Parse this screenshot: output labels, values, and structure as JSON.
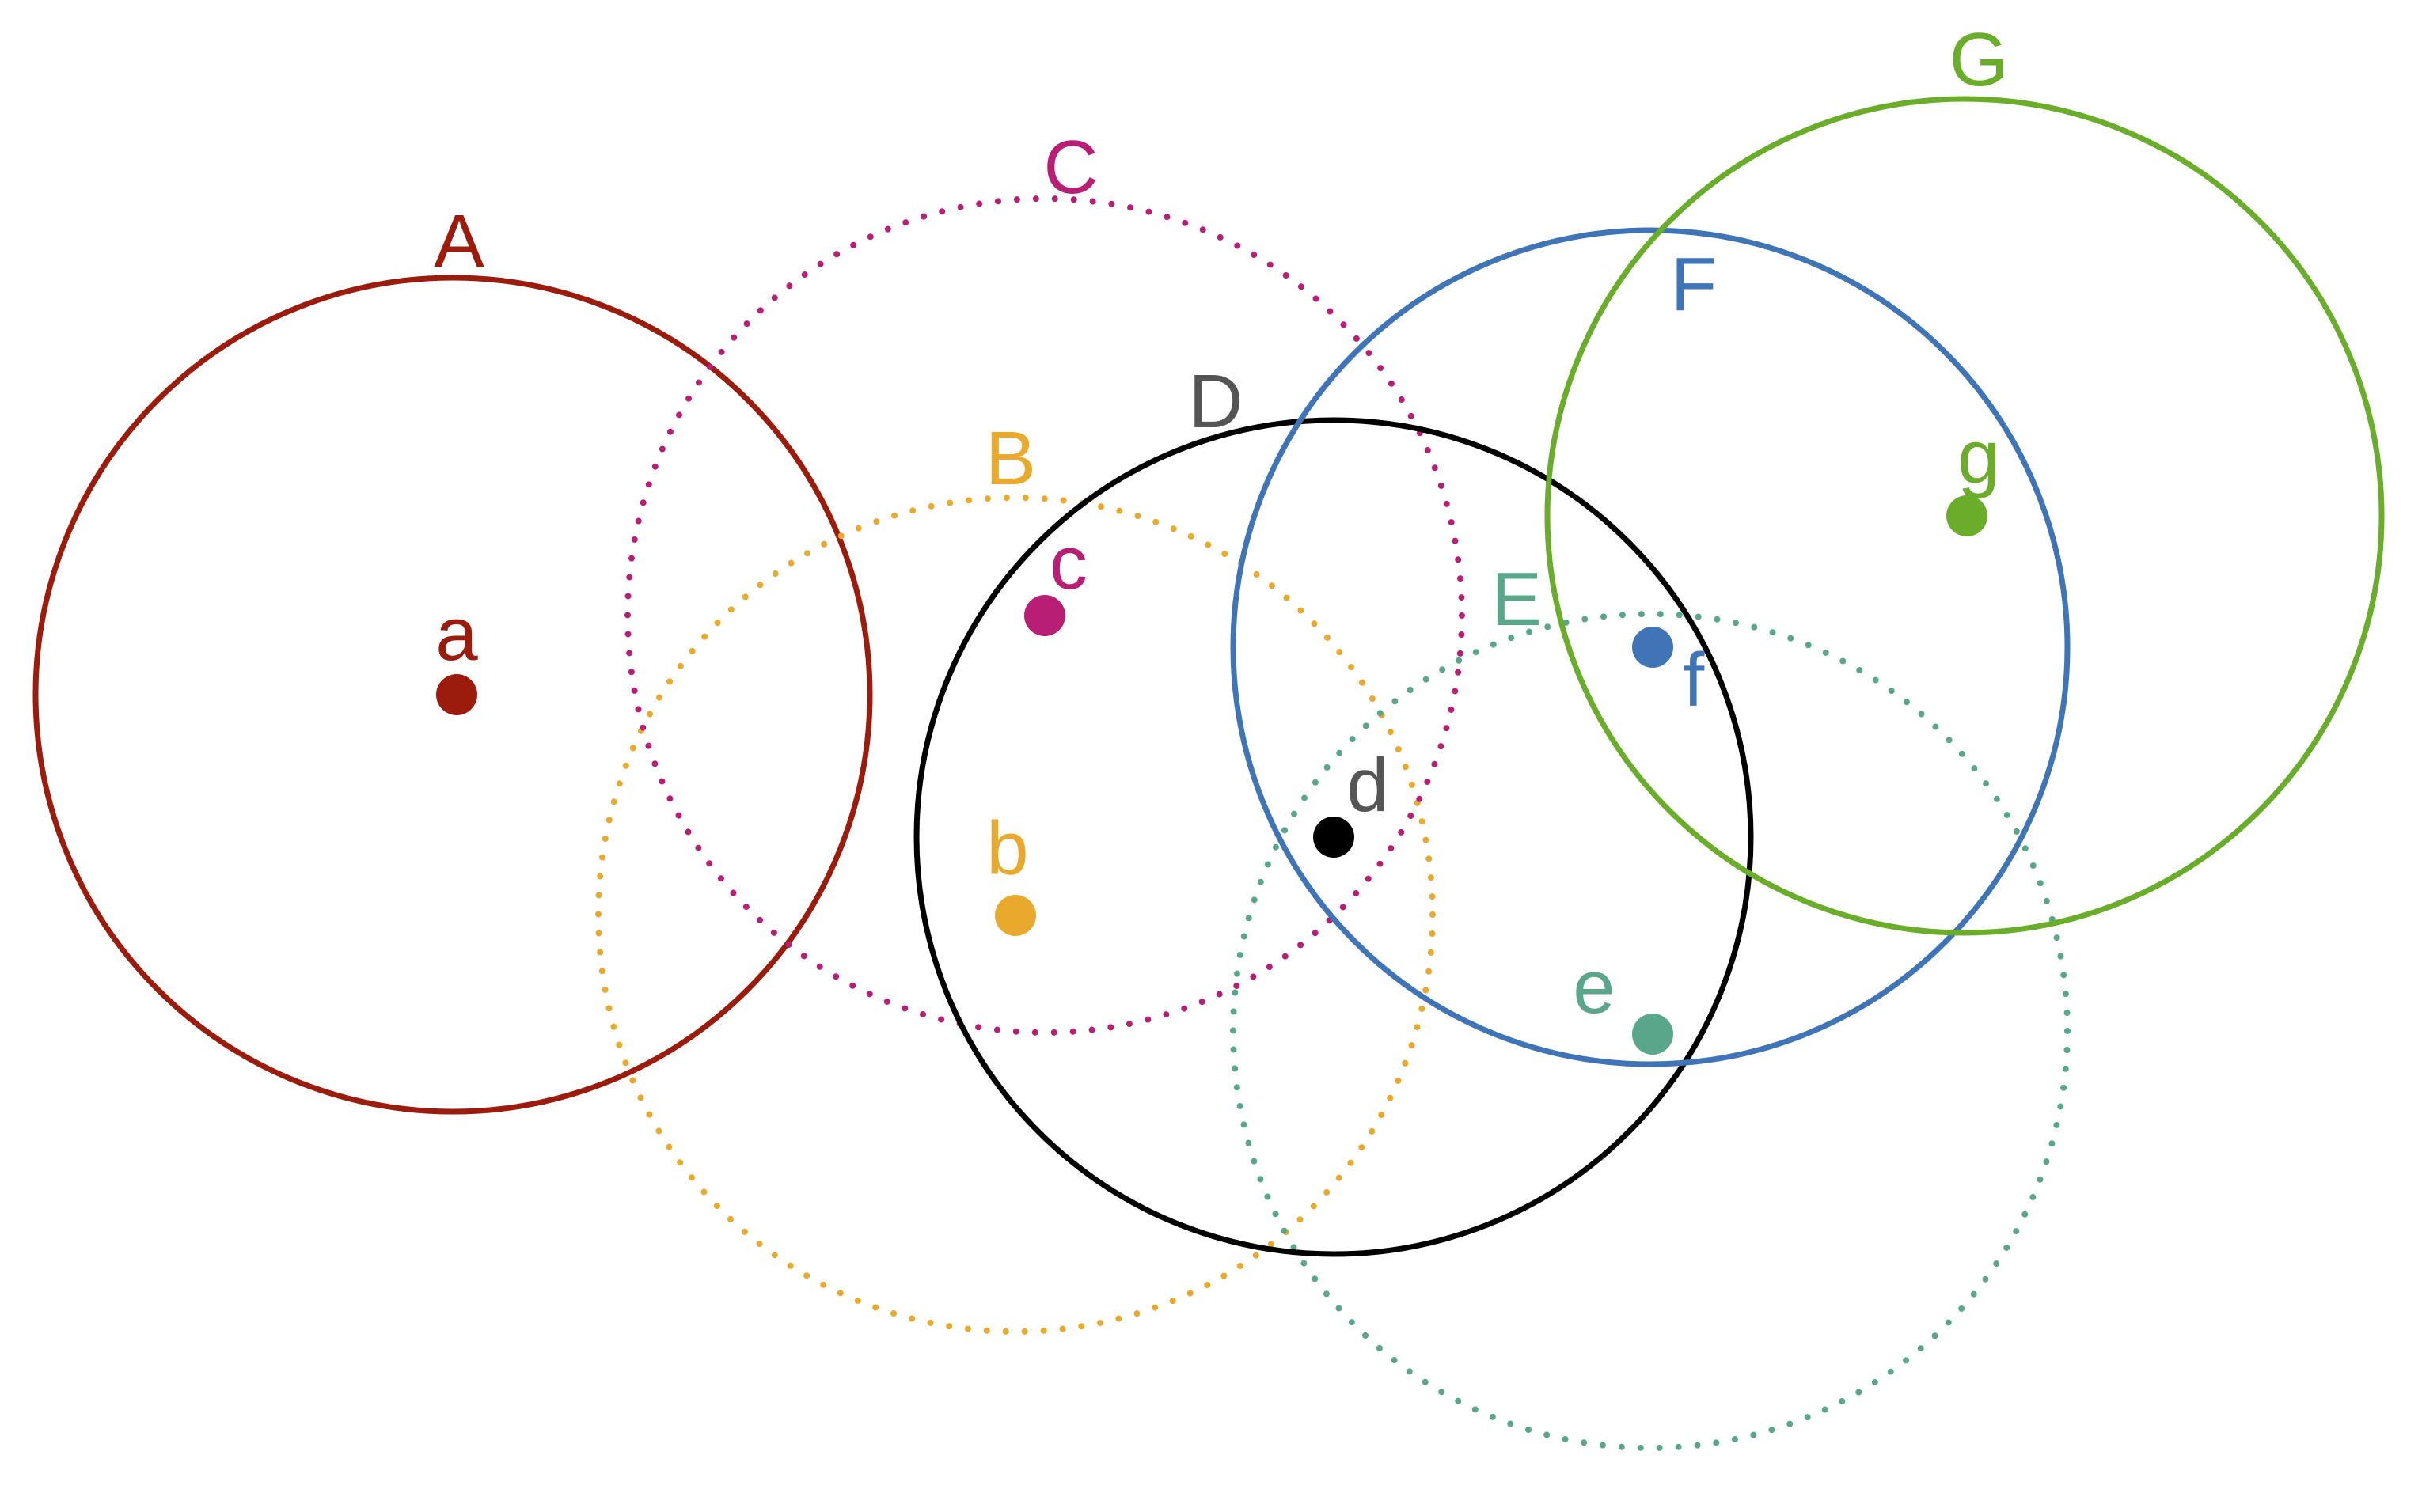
{
  "circles": [
    {
      "id": "A",
      "label": "A",
      "color": "#9b1c0c",
      "style": "solid"
    },
    {
      "id": "B",
      "label": "B",
      "color": "#e9a92c",
      "style": "dotted"
    },
    {
      "id": "C",
      "label": "C",
      "color": "#b81f74",
      "style": "dotted"
    },
    {
      "id": "D",
      "label": "D",
      "color": "#000000",
      "label_color": "#555555",
      "style": "solid"
    },
    {
      "id": "E",
      "label": "E",
      "color": "#5aa68a",
      "style": "dotted"
    },
    {
      "id": "F",
      "label": "F",
      "color": "#3f74b6",
      "style": "solid"
    },
    {
      "id": "G",
      "label": "G",
      "color": "#6aad2b",
      "style": "solid"
    }
  ],
  "points": [
    {
      "id": "a",
      "label": "a",
      "color": "#9b1c0c"
    },
    {
      "id": "b",
      "label": "b",
      "color": "#e9a92c"
    },
    {
      "id": "c",
      "label": "c",
      "color": "#b81f74"
    },
    {
      "id": "d",
      "label": "d",
      "color": "#000000",
      "label_color": "#555555"
    },
    {
      "id": "e",
      "label": "e",
      "color": "#5aa68a"
    },
    {
      "id": "f",
      "label": "f",
      "color": "#3f74b6"
    },
    {
      "id": "g",
      "label": "g",
      "color": "#6aad2b"
    }
  ]
}
